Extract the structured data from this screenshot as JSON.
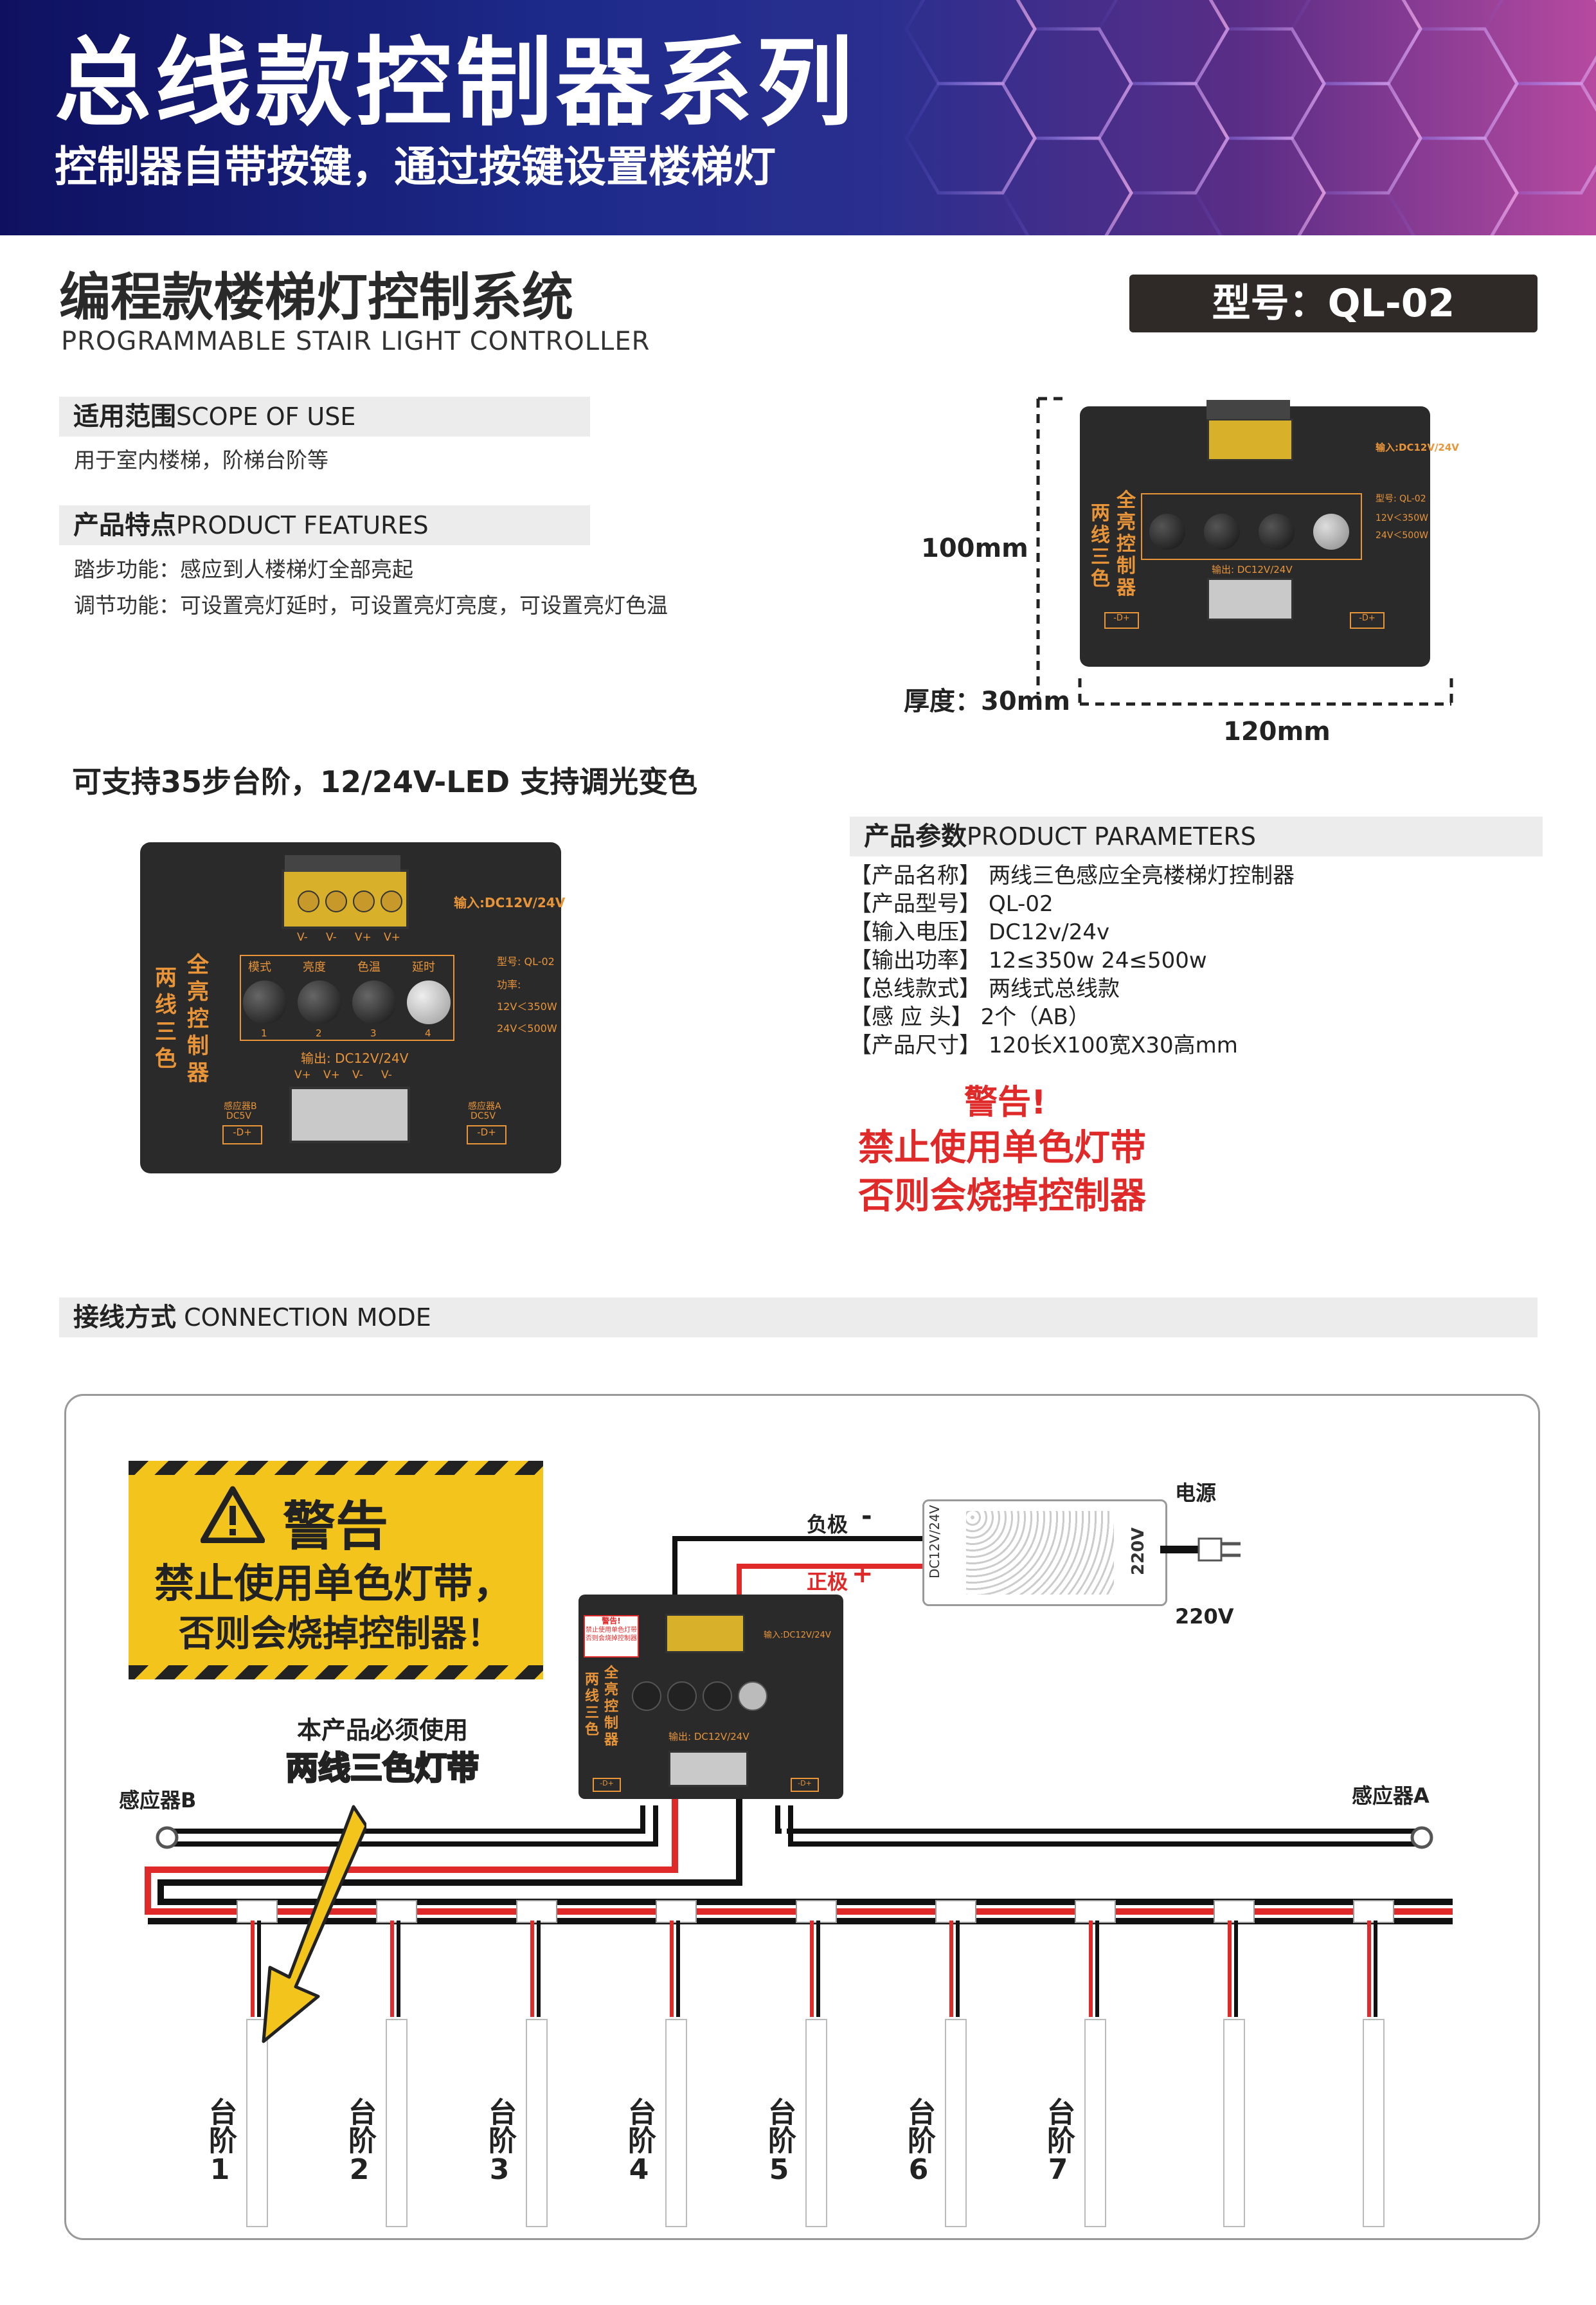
{
  "banner": {
    "title": "总线款控制器系列",
    "subtitle": "控制器自带按键，通过按键设置楼梯灯"
  },
  "heading": {
    "title": "编程款楼梯灯控制系统",
    "subtitle_en": "PROGRAMMABLE STAIR LIGHT CONTROLLER",
    "model": "型号：QL-02"
  },
  "scope": {
    "title_cn": "适用范围",
    "title_en": "SCOPE OF USE",
    "text": "用于室内楼梯，阶梯台阶等"
  },
  "features": {
    "title_cn": "产品特点",
    "title_en": "PRODUCT FEATURES",
    "items": [
      "踏步功能：感应到人楼梯灯全部亮起",
      "调节功能：可设置亮灯延时，可设置亮灯亮度，可设置亮灯色温"
    ]
  },
  "support_text": "可支持35步台阶，12/24V-LED 支持调光变色",
  "dimensions": {
    "height": "100mm",
    "thickness": "厚度：30mm",
    "width": "120mm"
  },
  "controller": {
    "side_label_a": "两线三色",
    "side_label_b": "全亮控制器",
    "input": "输入:DC12V/24V",
    "output": "输出: DC12V/24V",
    "buttons": [
      "模式",
      "亮度",
      "色温",
      "延时"
    ],
    "button_nums": [
      "1",
      "2",
      "3",
      "4"
    ],
    "terminals_top": [
      "V-",
      "V-",
      "V+",
      "V+"
    ],
    "terminals_bottom": [
      "V+",
      "V+",
      "V-",
      "V-"
    ],
    "model_small": "型号: QL-02",
    "power_label": "功率:",
    "power_12": "12V＜350W",
    "power_24": "24V＜500W",
    "sensor_b": "感应器B",
    "sensor_a": "感应器A",
    "sensor_v": "DC5V",
    "sensor_pins": "-D+",
    "warn_sticker": [
      "警告!",
      "禁止使用单色灯带",
      "否则会烧掉控制器"
    ]
  },
  "params": {
    "title_cn": "产品参数",
    "title_en": "PRODUCT PARAMETERS",
    "rows": [
      {
        "k": "【产品名称】",
        "v": "两线三色感应全亮楼梯灯控制器"
      },
      {
        "k": "【产品型号】",
        "v": "QL-02"
      },
      {
        "k": "【输入电压】",
        "v": "DC12v/24v"
      },
      {
        "k": "【输出功率】",
        "v": "12≤350w  24≤500w"
      },
      {
        "k": "【总线款式】",
        "v": "两线式总线款"
      },
      {
        "k": "【感 应 头】",
        "v": "2个（AB）"
      },
      {
        "k": "【产品尺寸】",
        "v": "120长X100宽X30高mm"
      }
    ],
    "warning_title": "警告!",
    "warning_lines": [
      "禁止使用单色灯带",
      "否则会烧掉控制器"
    ]
  },
  "connection": {
    "title_cn": "接线方式",
    "title_en": "CONNECTION MODE",
    "warn_title": "警告",
    "warn_lines": [
      "禁止使用单色灯带，",
      "否则会烧掉控制器！"
    ],
    "must_use": "本产品必须使用",
    "strip_type": "两线三色灯带",
    "sensor_b": "感应器B",
    "sensor_a": "感应器A",
    "negative": "负极",
    "neg_sign": "-",
    "positive": "正极",
    "pos_sign": "+",
    "power": "电源",
    "v220": "220V",
    "psu_label": "DC12V/24V",
    "psu_220": "220V",
    "steps": [
      {
        "label": "台阶",
        "num": "1"
      },
      {
        "label": "台阶",
        "num": "2"
      },
      {
        "label": "台阶",
        "num": "3"
      },
      {
        "label": "台阶",
        "num": "4"
      },
      {
        "label": "台阶",
        "num": "5"
      },
      {
        "label": "台阶",
        "num": "6"
      },
      {
        "label": "台阶",
        "num": "7"
      }
    ]
  },
  "colors": {
    "accent_red": "#e02a2a",
    "banner_dark": "#0f1160",
    "controller_body": "#2b2a2a",
    "terminal_yellow": "#d9b02a",
    "warning_yellow": "#f3c51c"
  }
}
